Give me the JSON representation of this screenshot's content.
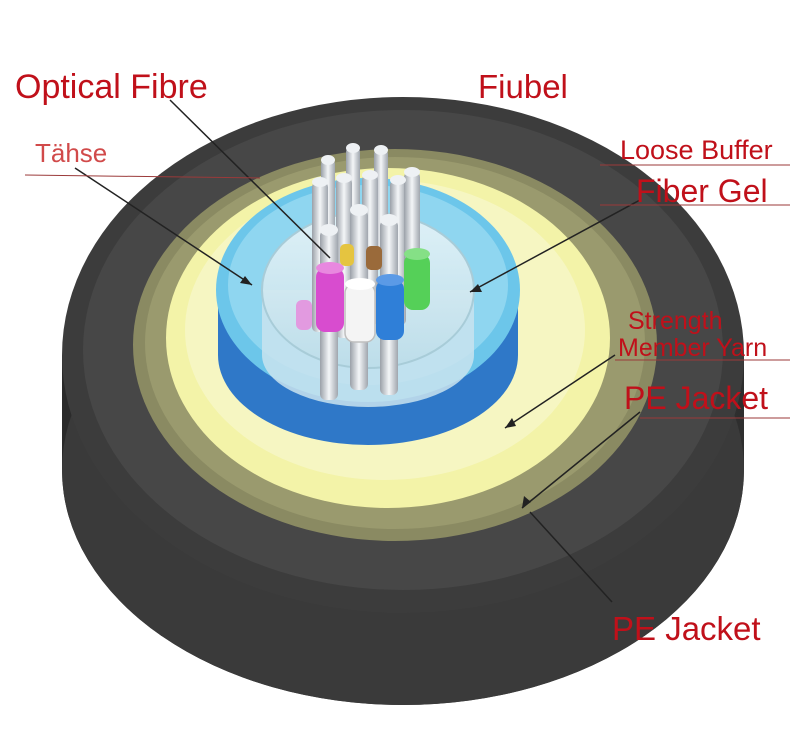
{
  "labels": {
    "optical_fibre": "Optical Fibre",
    "fiubel": "Fiubel",
    "tube": "Tähse",
    "loose_buffer": "Loose Buffer",
    "fiber_gel": "Fiber Gel",
    "strength_line1": "Strength",
    "strength_line2": "Member Yarn",
    "pe_jacket_inner": "PE Jacket",
    "pe_jacket_outer": "PE Jacket"
  },
  "colors": {
    "label_text": "#c0101a",
    "outer_jacket": "#3c3c3c",
    "inner_jacket": "#8a8a62",
    "strength_yarn": "#f3f3a8",
    "loose_buffer_tube": "#6cc6ea",
    "tube_side": "#2f78c8",
    "fiber_gel": "#cde7f2"
  },
  "fiber_colors": [
    "#d84ccf",
    "#f2f2f2",
    "#2f7fd8",
    "#55d058",
    "#d85ed4",
    "#9a6a3a",
    "#e5c440"
  ]
}
